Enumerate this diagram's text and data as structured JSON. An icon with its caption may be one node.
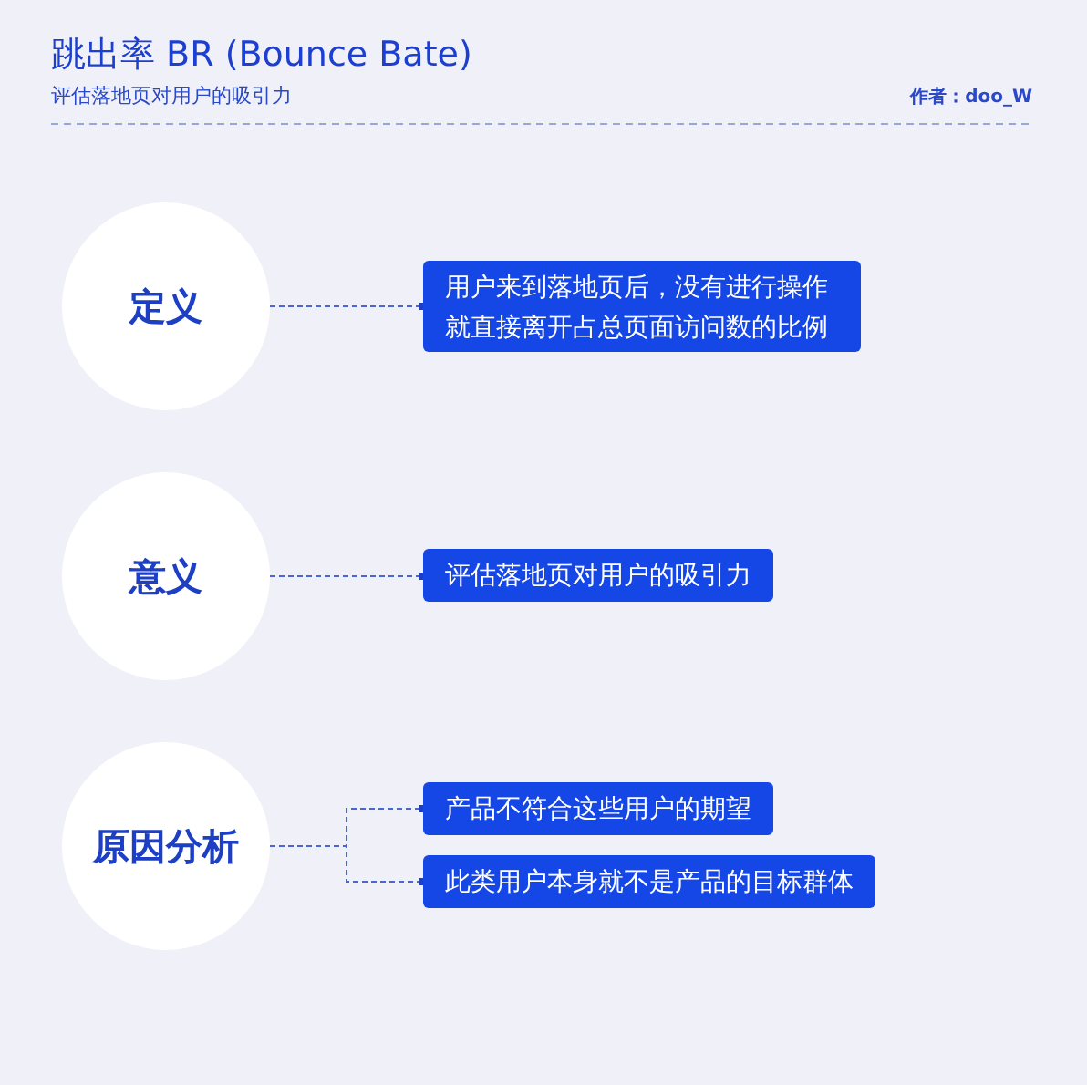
{
  "diagram": {
    "title": "跳出率 BR (Bounce Bate)",
    "nodes": [
      {
        "text": [
          "定义"
        ]
      },
      {
        "text": [
          "用户来到落地页后，没有进行操作就直接离开占总页面访问数的比例"
        ]
      },
      {
        "text": [
          "意义"
        ]
      },
      {
        "text": [
          "评估落地页对用户的吸引力"
        ]
      },
      {
        "text": [
          "原因分析"
        ]
      },
      {
        "text": [
          "产品不符合这些用户的期望"
        ]
      },
      {
        "text": [
          "此类用户本身就不是产品的目标群体"
        ]
      }
    ],
    "edges": [
      {
        "from": 0,
        "to": 1,
        "arrow": "other",
        "style": "dashed"
      },
      {
        "from": 2,
        "to": 3,
        "arrow": "other",
        "style": "dashed"
      },
      {
        "from": 4,
        "to": 5,
        "arrow": "other",
        "style": "dashed"
      },
      {
        "from": 4,
        "to": 6,
        "arrow": "other",
        "style": "dashed"
      }
    ],
    "labels": [
      "评估落地页对用户的吸引力",
      "作者：doo_W"
    ]
  }
}
